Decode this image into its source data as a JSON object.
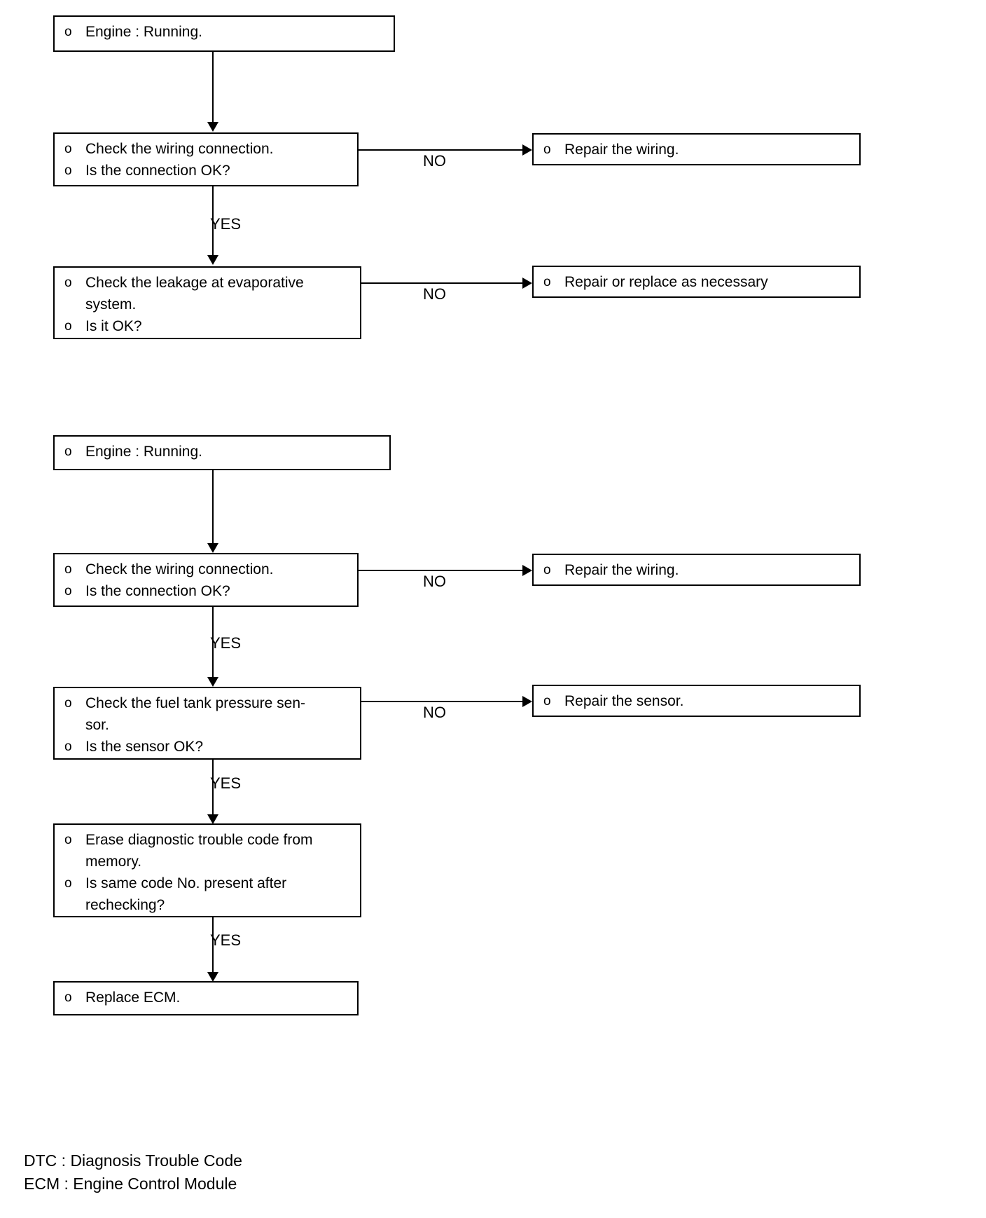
{
  "document": {
    "type": "diagnostic-flowchart",
    "bullet_symbol": "o"
  },
  "flowchart_1": {
    "nodes": [
      {
        "id": "n1-start",
        "lines": [
          "Engine : Running."
        ],
        "bullets": [
          true
        ]
      },
      {
        "id": "n1-wiring",
        "lines": [
          "Check the wiring connection.",
          "Is the connection OK?"
        ],
        "bullets": [
          true,
          true
        ]
      },
      {
        "id": "n1-repair-wiring",
        "lines": [
          "Repair the wiring."
        ],
        "bullets": [
          true
        ]
      },
      {
        "id": "n1-leakage",
        "lines": [
          "Check the leakage at evaporative",
          "system.",
          "Is it OK?"
        ],
        "bullets": [
          true,
          false,
          true
        ]
      },
      {
        "id": "n1-repair-replace",
        "lines": [
          "Repair or replace as necessary"
        ],
        "bullets": [
          true
        ]
      }
    ],
    "edges": [
      {
        "id": "e1-no-wiring",
        "label": "NO"
      },
      {
        "id": "e1-yes-wiring",
        "label": "YES"
      },
      {
        "id": "e1-no-leakage",
        "label": "NO"
      }
    ]
  },
  "flowchart_2": {
    "nodes": [
      {
        "id": "n2-start",
        "lines": [
          "Engine : Running."
        ],
        "bullets": [
          true
        ]
      },
      {
        "id": "n2-wiring",
        "lines": [
          "Check the wiring connection.",
          "Is the connection OK?"
        ],
        "bullets": [
          true,
          true
        ]
      },
      {
        "id": "n2-repair-wiring",
        "lines": [
          "Repair the wiring."
        ],
        "bullets": [
          true
        ]
      },
      {
        "id": "n2-sensor",
        "lines": [
          "Check the fuel tank pressure sen-",
          "sor.",
          "Is the sensor OK?"
        ],
        "bullets": [
          true,
          false,
          true
        ]
      },
      {
        "id": "n2-repair-sensor",
        "lines": [
          "Repair the sensor."
        ],
        "bullets": [
          true
        ]
      },
      {
        "id": "n2-erase",
        "lines": [
          "Erase diagnostic trouble code from",
          "memory.",
          "Is same code No. present after",
          "rechecking?"
        ],
        "bullets": [
          true,
          false,
          true,
          false
        ]
      },
      {
        "id": "n2-replace-ecm",
        "lines": [
          "Replace ECM."
        ],
        "bullets": [
          true
        ]
      }
    ],
    "edges": [
      {
        "id": "e2-no-wiring",
        "label": "NO"
      },
      {
        "id": "e2-yes-wiring",
        "label": "YES"
      },
      {
        "id": "e2-no-sensor",
        "label": "NO"
      },
      {
        "id": "e2-yes-sensor",
        "label": "YES"
      },
      {
        "id": "e2-yes-erase",
        "label": "YES"
      }
    ]
  },
  "legend": {
    "lines": [
      "DTC : Diagnosis Trouble Code",
      "ECM : Engine Control Module"
    ]
  }
}
